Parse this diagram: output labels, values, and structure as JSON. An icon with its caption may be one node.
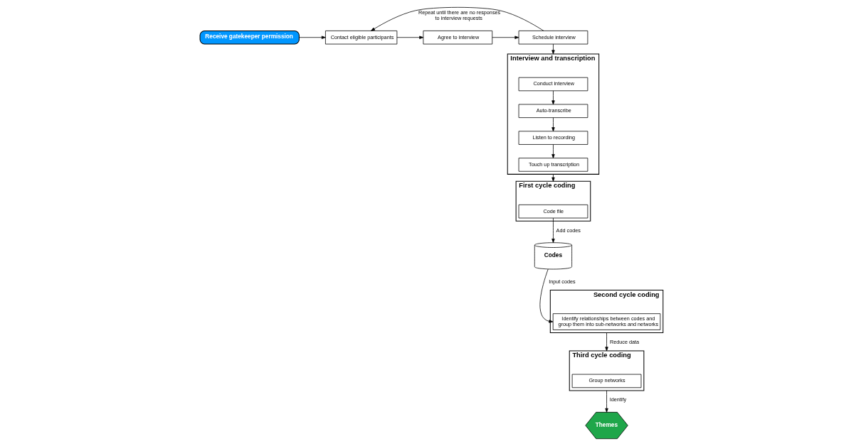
{
  "diagram": {
    "nodes": [
      {
        "text": [
          "Receive gatekeeper permission"
        ]
      },
      {
        "text": [
          "Contact eligible participants"
        ]
      },
      {
        "text": [
          "Agree to interview"
        ]
      },
      {
        "text": [
          "Schedule interview"
        ]
      },
      {
        "text": [
          "Interview and transcription"
        ]
      },
      {
        "text": [
          "Conduct interview"
        ],
        "in": 4
      },
      {
        "text": [
          "Auto-transcribe"
        ],
        "in": 4
      },
      {
        "text": [
          "Listen to recording"
        ],
        "in": 4
      },
      {
        "text": [
          "Touch up transcription"
        ],
        "in": 4
      },
      {
        "text": [
          "First cycle coding"
        ]
      },
      {
        "text": [
          "Code file"
        ],
        "in": 9
      },
      {
        "text": [
          "Codes"
        ]
      },
      {
        "text": [
          "Second cycle coding"
        ]
      },
      {
        "text": [
          "Identify relationships between codes and group them into sub-networks and networks"
        ],
        "in": 12
      },
      {
        "text": [
          "Third cycle coding"
        ]
      },
      {
        "text": [
          "Group networks"
        ],
        "in": 14
      },
      {
        "text": [
          "Themes"
        ]
      }
    ],
    "edges": [
      {
        "from": 0,
        "to": 1,
        "arrow": "to"
      },
      {
        "from": 1,
        "to": 2,
        "arrow": "to"
      },
      {
        "from": 2,
        "to": 3,
        "arrow": "to"
      },
      {
        "from": 3,
        "to": 1,
        "arrow": "to",
        "label": "Repeat until there are no responses to interview requests"
      },
      {
        "from": 3,
        "to": 4,
        "arrow": "to"
      },
      {
        "from": 5,
        "to": 6,
        "arrow": "to"
      },
      {
        "from": 6,
        "to": 7,
        "arrow": "to"
      },
      {
        "from": 7,
        "to": 8,
        "arrow": "to"
      },
      {
        "from": 4,
        "to": 9,
        "arrow": "to"
      },
      {
        "from": 10,
        "to": 11,
        "arrow": "to",
        "label": "Add codes"
      },
      {
        "from": 11,
        "to": 13,
        "arrow": "to",
        "label": "Input codes"
      },
      {
        "from": 12,
        "to": 14,
        "arrow": "to",
        "label": "Reduce data"
      },
      {
        "from": 14,
        "to": 16,
        "arrow": "to",
        "label": "Identify"
      }
    ]
  }
}
